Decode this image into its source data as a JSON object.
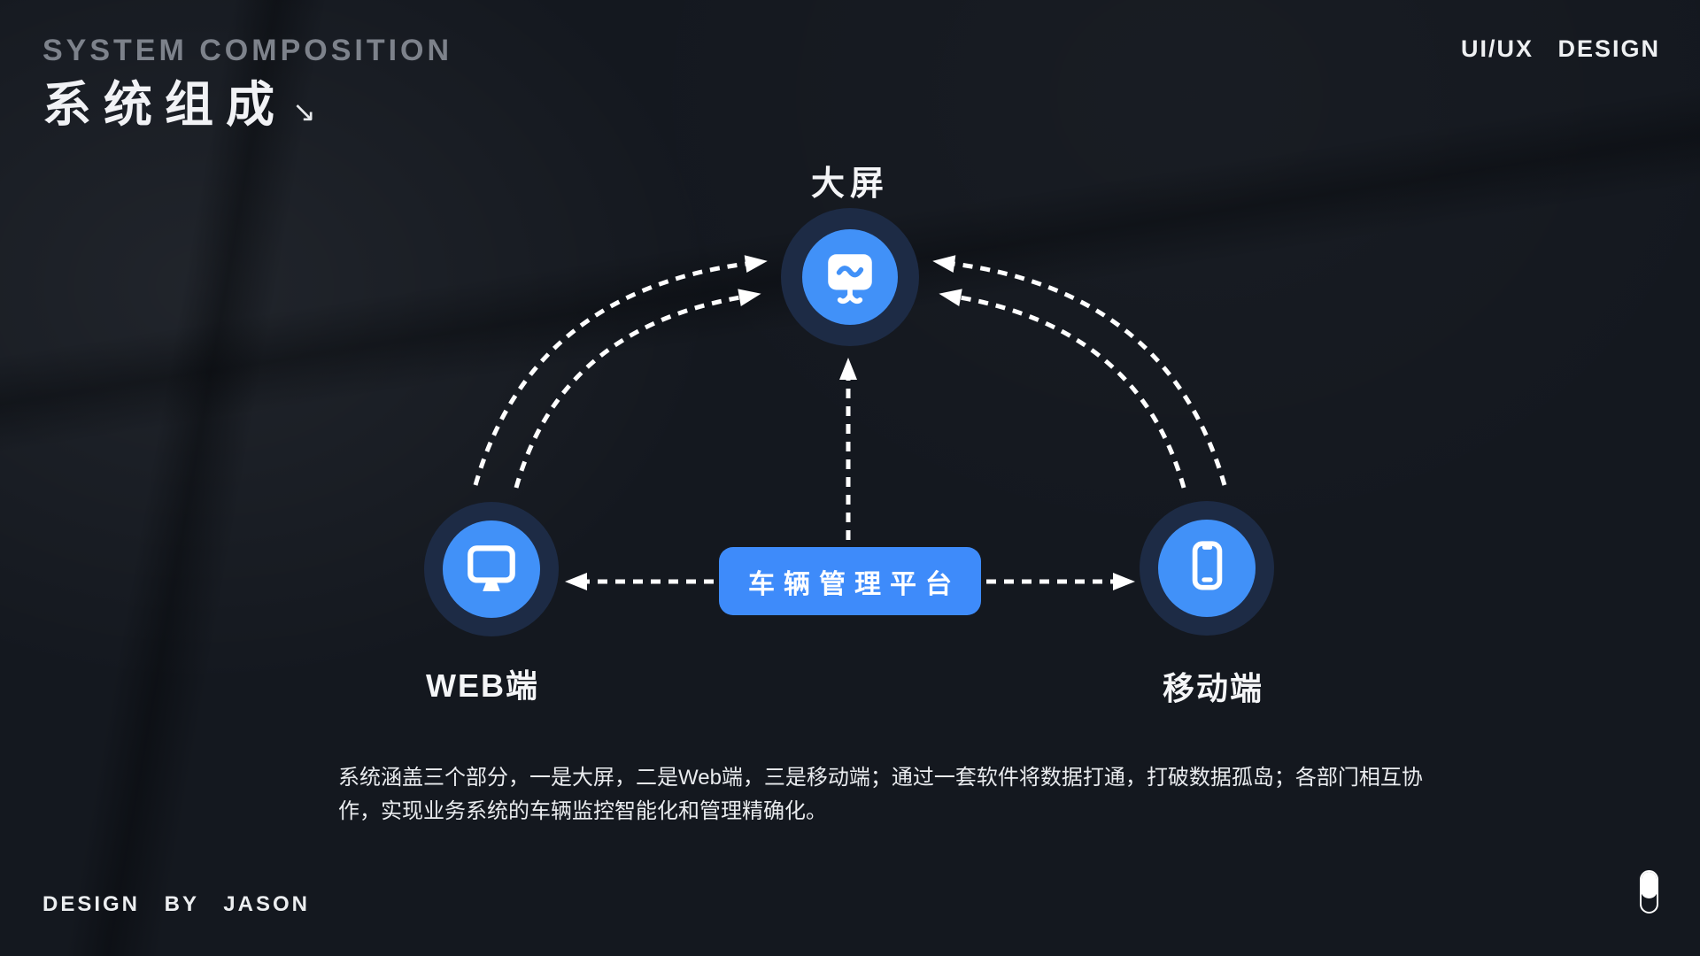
{
  "header": {
    "subtitle_en": "SYSTEM COMPOSITION",
    "title_zh": "系统组成",
    "title_arrow": "↘",
    "corner_label": "UI/UX  DESIGN"
  },
  "diagram": {
    "nodes": [
      {
        "id": "big-screen",
        "label": "大屏",
        "icon": "presentation-screen-icon"
      },
      {
        "id": "web",
        "label": "WEB端",
        "icon": "monitor-icon"
      },
      {
        "id": "mobile",
        "label": "移动端",
        "icon": "smartphone-icon"
      }
    ],
    "center": {
      "label": "车辆管理平台"
    },
    "connections": [
      "web-to-big-screen",
      "mobile-to-big-screen",
      "platform-to-big-screen",
      "platform-to-web",
      "platform-to-mobile"
    ]
  },
  "description": "系统涵盖三个部分，一是大屏，二是Web端，三是移动端；通过一套软件将数据打通，打破数据孤岛；各部门相互协作，实现业务系统的车辆监控智能化和管理精确化。",
  "footer": {
    "credit": "DESIGN  BY  JASON"
  },
  "colors": {
    "background": "#14181f",
    "accent_blue": "#4191f8",
    "box_blue": "#3e8bfa",
    "node_ring": "#1d2b45",
    "muted_title": "#7d828b",
    "text": "#e9ebee"
  }
}
